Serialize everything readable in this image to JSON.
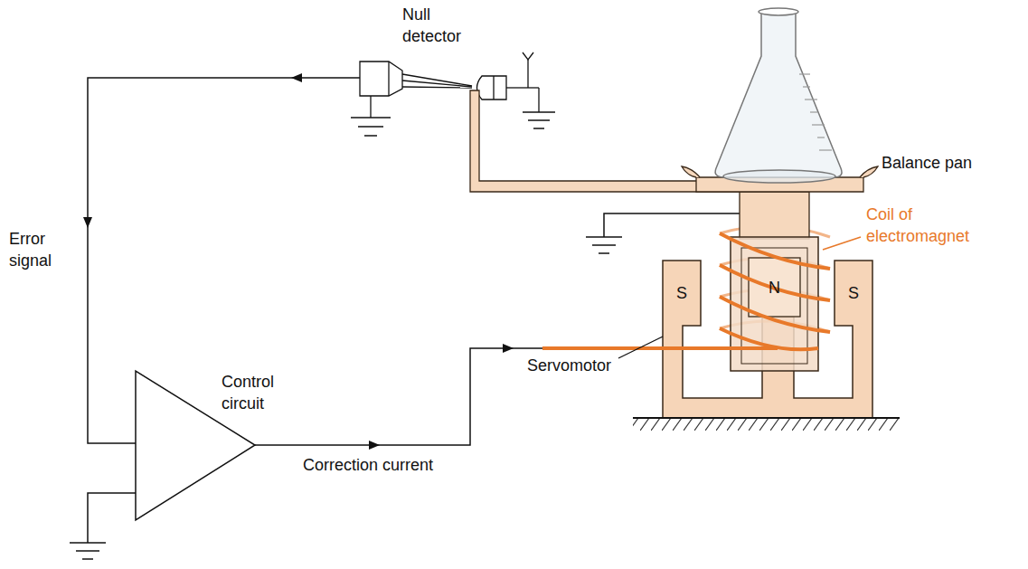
{
  "diagram": {
    "labels": [
      "Null detector",
      "Balance pan",
      "Coil of electromagnet",
      "Error signal",
      "S",
      "N",
      "S",
      "Control circuit",
      "Servomotor",
      "Correction current"
    ]
  }
}
